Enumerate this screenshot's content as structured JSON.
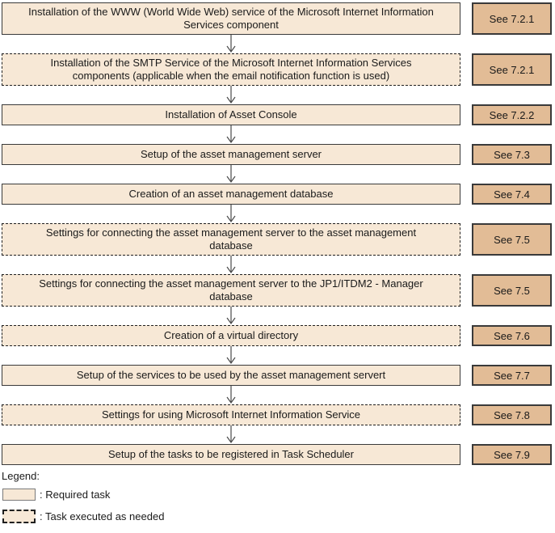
{
  "flow": {
    "rows": [
      {
        "label": "Installation of the WWW (World Wide Web) service of the Microsoft Internet Information\nServices component",
        "ref": "See 7.2.1",
        "type": "required"
      },
      {
        "label": "Installation of the SMTP Service of the Microsoft Internet Information Services\ncomponents (applicable when the email notification function is used)",
        "ref": "See 7.2.1",
        "type": "task-as-needed"
      },
      {
        "label": "Installation of Asset Console",
        "ref": "See 7.2.2",
        "type": "required"
      },
      {
        "label": "Setup of the asset management server",
        "ref": "See 7.3",
        "type": "required"
      },
      {
        "label": "Creation of an asset management database",
        "ref": "See 7.4",
        "type": "required"
      },
      {
        "label": "Settings for connecting the asset management server to the asset management\ndatabase",
        "ref": "See 7.5",
        "type": "task-as-needed"
      },
      {
        "label": "Settings for connecting the asset management server to the JP1/ITDM2 - Manager\ndatabase",
        "ref": "See 7.5",
        "type": "task-as-needed"
      },
      {
        "label": "Creation of a virtual directory",
        "ref": "See 7.6",
        "type": "task-as-needed"
      },
      {
        "label": "Setup of the services to be used by the asset management servert",
        "ref": "See 7.7",
        "type": "required"
      },
      {
        "label": "Settings for using Microsoft Internet Information Service",
        "ref": "See 7.8",
        "type": "task-as-needed"
      },
      {
        "label": "Setup of the tasks to be registered in Task Scheduler",
        "ref": "See 7.9",
        "type": "required"
      }
    ]
  },
  "legend": {
    "title": "Legend:",
    "items": [
      {
        "label": ": Required task",
        "type": "required"
      },
      {
        "label": ": Task executed as needed",
        "type": "task-as-needed"
      }
    ]
  },
  "colors": {
    "task_fill": "#F7E8D6",
    "ref_fill": "#E2BC96",
    "border": "#3A3A3A"
  }
}
